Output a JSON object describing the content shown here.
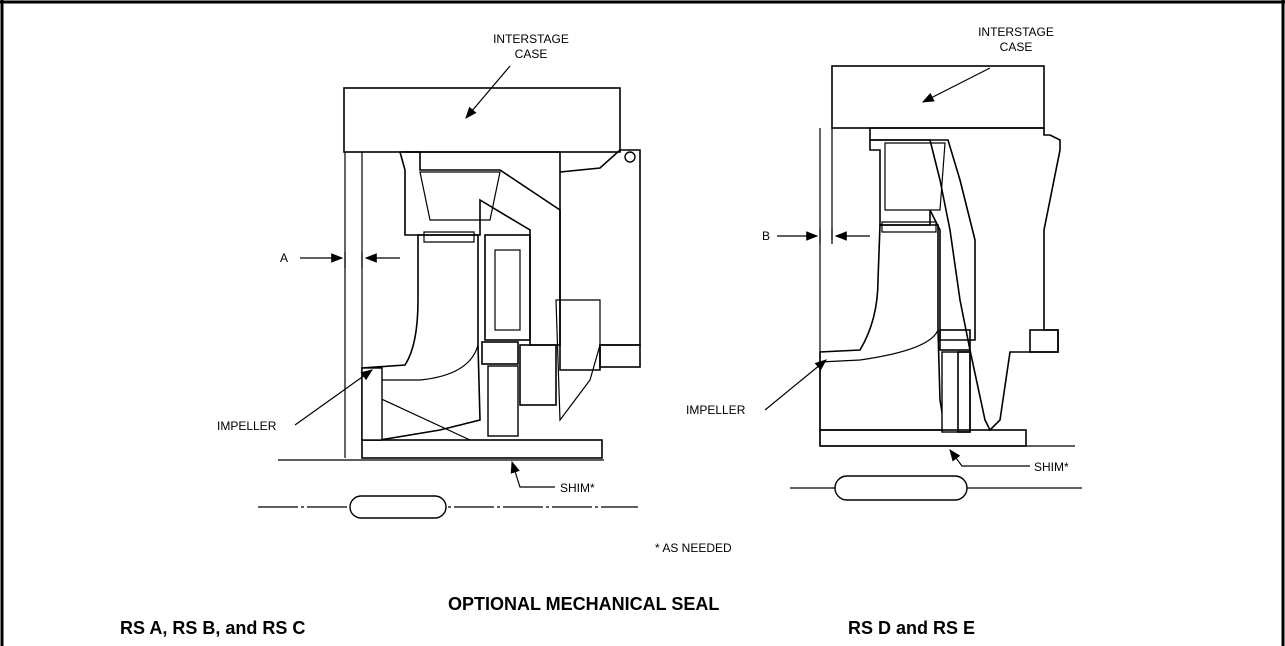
{
  "left_figure": {
    "label_case": "INTERSTAGE\nCASE",
    "label_dim": "A",
    "label_impeller": "IMPELLER",
    "label_shim": "SHIM*"
  },
  "right_figure": {
    "label_case": "INTERSTAGE\nCASE",
    "label_dim": "B",
    "label_impeller": "IMPELLER",
    "label_shim": "SHIM*"
  },
  "footnote": "* AS NEEDED",
  "caption": {
    "title": "OPTIONAL MECHANICAL SEAL",
    "left_models": "RS A, RS B, and RS C",
    "right_models": "RS D and RS E"
  }
}
